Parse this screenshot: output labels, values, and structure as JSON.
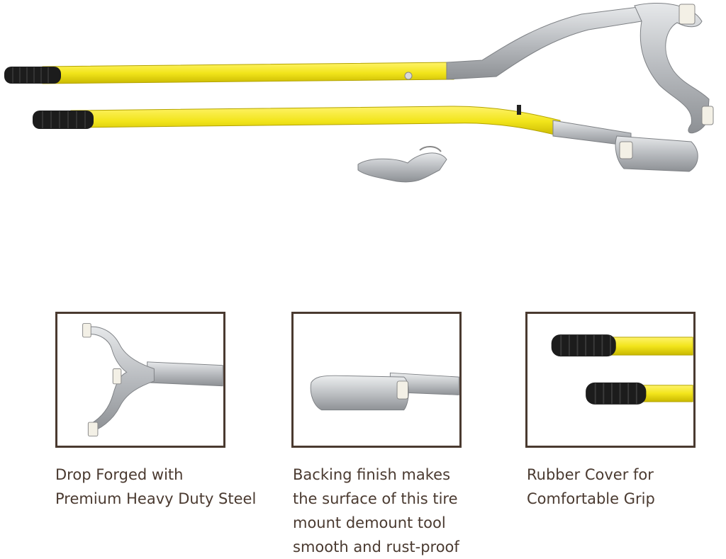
{
  "features": [
    {
      "lines": [
        "Drop Forged with",
        "Premium Heavy Duty Steel"
      ],
      "image": "fork-tool-head"
    },
    {
      "lines": [
        "Backing finish makes",
        "the surface of this tire",
        "mount demount tool",
        "smooth and rust-proof"
      ],
      "image": "bead-tool-head"
    },
    {
      "lines": [
        "Rubber Cover for",
        "Comfortable Grip"
      ],
      "image": "rubber-grips"
    }
  ],
  "colors": {
    "accent": "#f2e51b",
    "grip": "#1c1c1c",
    "steel": "#b9bcc0",
    "frame": "#4a3a30",
    "caption": "#4a3a30"
  }
}
